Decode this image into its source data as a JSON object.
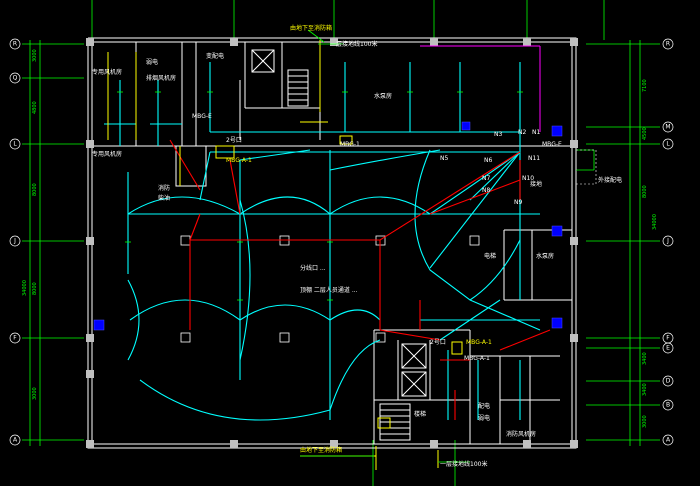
{
  "colors": {
    "background": "#000000",
    "wall": "#ffffff",
    "wiring": "#00ffff",
    "red_wiring": "#ff0000",
    "grid": "#00ff00",
    "magenta": "#ff00ff",
    "yellow": "#ffff00",
    "blue_box": "#0000ff"
  },
  "axes": {
    "left": [
      "R",
      "Q",
      "L",
      "J",
      "F",
      "A"
    ],
    "right": [
      "R",
      "M",
      "L",
      "J",
      "F",
      "E",
      "D",
      "B",
      "A"
    ]
  },
  "dimensions": {
    "left": [
      "3000",
      "4800",
      "8000",
      "34000",
      "8000",
      "3000"
    ],
    "right": [
      "7100",
      "4500",
      "8000",
      "34000",
      "3400",
      "3400",
      "3000"
    ]
  },
  "labels": {
    "top_riser": "由地下至消防箱",
    "top_riser2": "一层接地线100米",
    "weak_room": "弱电",
    "equip_room_1": "专用风机房",
    "equip_room_2": "排烟风机房",
    "mbg_e": "MBG-E",
    "mbg_a1": "MBG-A-1",
    "mbg_a1_2": "MBG-A-1",
    "mbg_main": "MBG-1",
    "mbg_e2": "MBG-E",
    "mbg_3": "MBG-A-1",
    "n1": "N1",
    "n2": "N2",
    "n3": "N3",
    "n5": "N5",
    "n6": "N6",
    "n7": "N7",
    "n8": "N8",
    "n9": "N9",
    "n10": "N10",
    "n11": "N11",
    "center_title": "分线口 ...",
    "center_sub": "顶棚 二层人员通道 ...",
    "right_label": "接地",
    "ext_box": "外接配电",
    "room_a": "水泵房",
    "room_b": "变配电",
    "room_c": "柴油",
    "room_d": "消防",
    "room_e": "电梯",
    "bottom_riser": "由地下至消防箱",
    "bottom_riser2": "一层接地线100米",
    "bottom_room1": "配电",
    "bottom_room2": "消防风机房",
    "bottom_room3": "弱电",
    "stair_label": "楼梯",
    "tag_1": "2号口",
    "tag_2": "2号口"
  }
}
